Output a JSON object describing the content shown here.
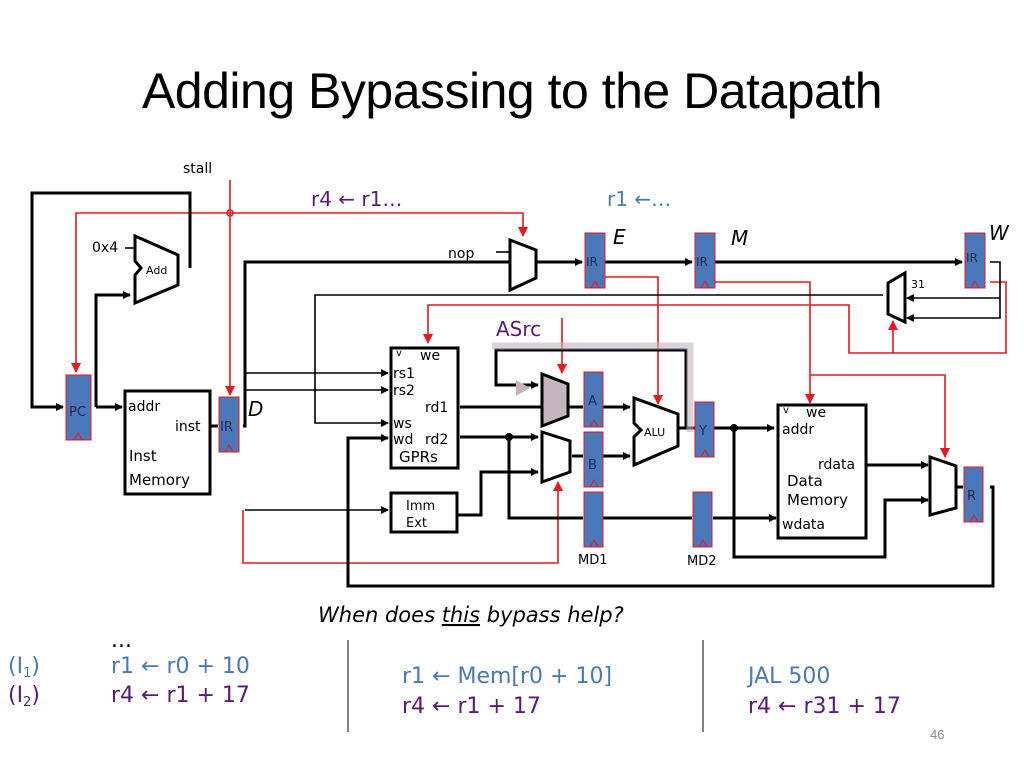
{
  "slide": {
    "title": "Adding Bypassing to the Datapath",
    "page_number": "46"
  },
  "colors": {
    "pipeline_register": "#4a78b8",
    "control_wire": "#e8181e",
    "datapath_wire": "#000000",
    "instr_first": "#4a7ab5",
    "instr_second": "#5a1a78",
    "bypass_highlight": "#c4b4c0"
  },
  "diagram": {
    "signals": {
      "stall": "stall",
      "nop": "nop",
      "asrc": "ASrc",
      "const_4": "0x4",
      "const_31": "31"
    },
    "stage_labels": {
      "decode": "D",
      "execute": "E",
      "memory": "M",
      "writeback": "W"
    },
    "annotations": {
      "decode_instr": "r4 ← r1…",
      "execute_instr": "r1 ←…"
    },
    "registers": {
      "pc": "PC",
      "ir": "IR",
      "a": "A",
      "b": "B",
      "y": "Y",
      "r": "R",
      "md1": "MD1",
      "md2": "MD2"
    },
    "adder": "Add",
    "alu": "ALU",
    "inst_memory": {
      "addr": "addr",
      "inst": "inst",
      "name_line1": "Inst",
      "name_line2": "Memory"
    },
    "gprs": {
      "we": "we",
      "rs1": "rs1",
      "rs2": "rs2",
      "rd1": "rd1",
      "ws": "ws",
      "wd": "wd",
      "rd2": "rd2",
      "name": "GPRs"
    },
    "imm_ext": {
      "line1": "Imm",
      "line2": "Ext"
    },
    "data_memory": {
      "we": "we",
      "addr": "addr",
      "rdata": "rdata",
      "wdata": "wdata",
      "name_line1": "Data",
      "name_line2": "Memory"
    }
  },
  "question": {
    "prefix": "When does ",
    "emphasis": "this",
    "suffix": " bypass help?"
  },
  "examples": {
    "ellipsis": "...",
    "case1": {
      "label1": "(I",
      "sub1": "1",
      "label1_end": ")",
      "label2": "(I",
      "sub2": "2",
      "label2_end": ")",
      "line1": "r1 ← r0 + 10",
      "line2": "r4 ← r1 + 17"
    },
    "case2": {
      "line1": "r1 ← Mem[r0 + 10]",
      "line2": "r4 ← r1 + 17"
    },
    "case3": {
      "line1": "JAL  500",
      "line2": "r4 ← r31 + 17"
    }
  }
}
